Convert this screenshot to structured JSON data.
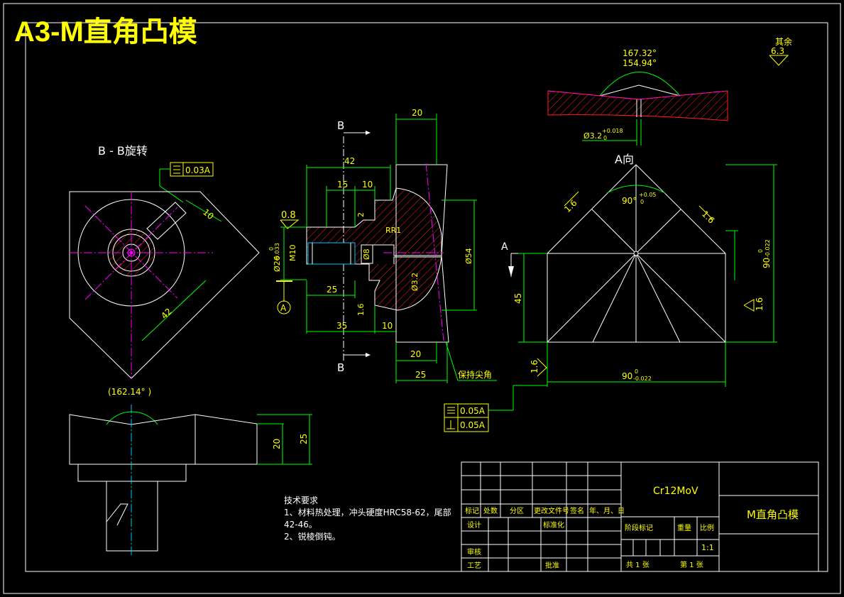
{
  "drawing": {
    "title": "A3-M直角凸模",
    "section_label": "B - B旋转",
    "section_mark": "B",
    "view_a_label": "A向",
    "view_a_arrow": "A",
    "datum_a": "A",
    "roughness_rest_label": "其余",
    "roughness_rest_value": "6.3",
    "keep_sharp_note": "保持尖角"
  },
  "dimensions": {
    "top_20": "20",
    "d42": "42",
    "d15": "15",
    "d10_top": "10",
    "d2": "2",
    "rr1": "RR1",
    "r08": "0.8",
    "m10": "M10",
    "phi26": "Ø26",
    "phi26_tol_up": "0",
    "phi26_tol_low": "-0.033",
    "phi8": "Ø8",
    "phi32": "Ø3.2",
    "phi54": "Ø54",
    "d25_mid": "25",
    "d35": "35",
    "d10_bot": "10",
    "d20_bot": "20",
    "d25_bot": "25",
    "rough16_mid": "1.6",
    "flat_tol": "0.03A",
    "d10_rot": "10",
    "d42_rot": "42",
    "ang_162": "(162.14° )",
    "side_20": "20",
    "side_25": "25",
    "ang_167": "167.32°",
    "ang_154": "154.94°",
    "phi32_top": "Ø3.2",
    "phi32_tol": "+0.018",
    "phi32_tol0": "0",
    "ang_90": "90°",
    "ang_90_tol": "+0.05",
    "ang_90_tol0": "0",
    "r16_left": "1.6",
    "r16_right": "1.6",
    "r16_side": "1.6",
    "r16_bottom": "1.6",
    "d45": "45",
    "d90_v": "90",
    "d90_v_tol": "-0.022",
    "d90_v_tol0": "0",
    "d90_h": "90",
    "d90_h_tol": "-0.022",
    "d90_h_tol0": "0",
    "fcf1": "0.05A",
    "fcf2": "0.05A"
  },
  "notes": {
    "heading": "技术要求",
    "line1": "1、材料热处理，冲头硬度HRC58-62，尾部",
    "line2": "42-46。",
    "line3": "2、锐棱倒钝。"
  },
  "title_block": {
    "material": "Cr12MoV",
    "part_name": "M直角凸模",
    "row_headers": [
      "标记",
      "处数",
      "分区",
      "更改文件号",
      "签名",
      "年、月、日"
    ],
    "design": "设计",
    "standard": "标准化",
    "stage_mark": "阶段标记",
    "weight": "重量",
    "scale_label": "比例",
    "scale": "1:1",
    "review": "审核",
    "process": "工艺",
    "approve": "批准",
    "sheets": "共  1  张",
    "sheet_no": "第  1  张"
  },
  "colors": {
    "background": "#000000",
    "line_white": "#ffffff",
    "dimension_green": "#00ff00",
    "text_yellow": "#ffff00",
    "hatch_red": "#ff2020",
    "center_magenta": "#ff00ff",
    "center_cyan": "#00c8ff"
  }
}
